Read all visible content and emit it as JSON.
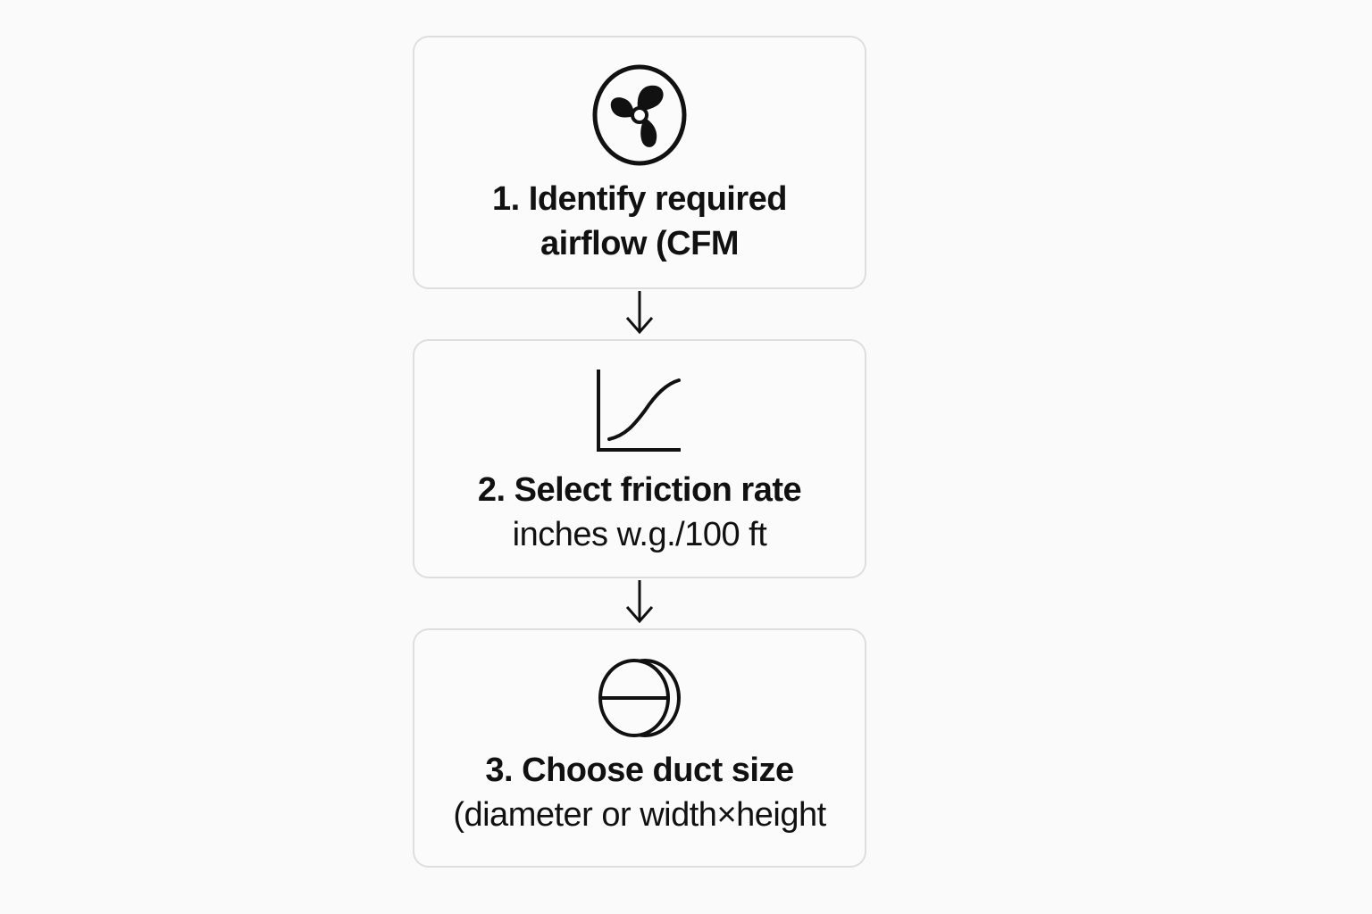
{
  "steps": [
    {
      "title": "1. Identify required",
      "subtitle": "airflow (CFM",
      "icon": "fan-icon"
    },
    {
      "title": "2. Select friction rate",
      "subtitle": "inches w.g./100 ft",
      "icon": "curve-chart-icon"
    },
    {
      "title": "3. Choose duct size",
      "subtitle": "(diameter or width×height",
      "icon": "round-duct-icon"
    }
  ],
  "colors": {
    "background": "#fafafa",
    "card_border": "#dedede",
    "ink": "#111111"
  }
}
